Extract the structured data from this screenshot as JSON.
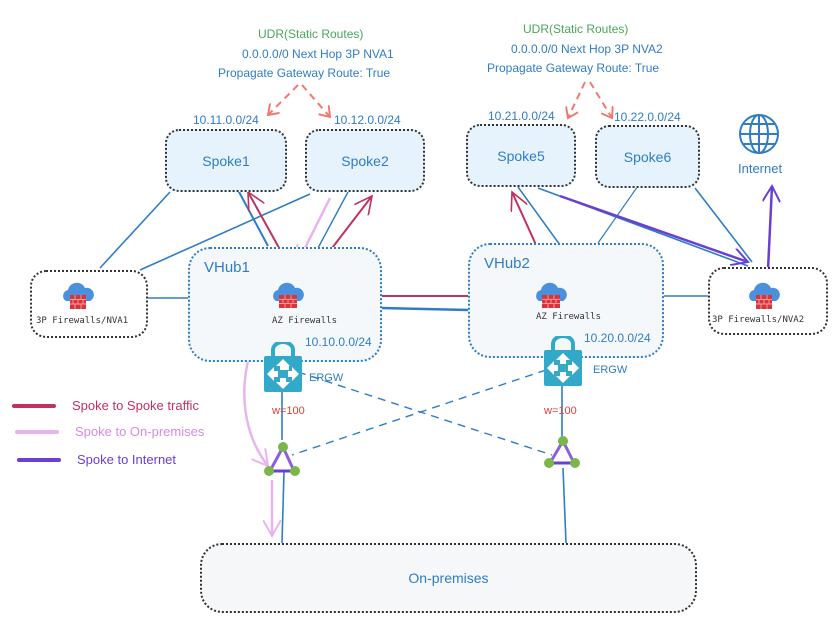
{
  "udr_left": {
    "title": "UDR(Static Routes)",
    "route": "0.0.0.0/0 Next Hop 3P NVA1",
    "propagate": "Propagate Gateway Route: True"
  },
  "udr_right": {
    "title": "UDR(Static Routes)",
    "route": "0.0.0.0/0 Next Hop 3P NVA2",
    "propagate": "Propagate Gateway Route: True"
  },
  "spokes": [
    {
      "name": "Spoke1",
      "cidr": "10.11.0.0/24"
    },
    {
      "name": "Spoke2",
      "cidr": "10.12.0.0/24"
    },
    {
      "name": "Spoke5",
      "cidr": "10.21.0.0/24"
    },
    {
      "name": "Spoke6",
      "cidr": "10.22.0.0/24"
    }
  ],
  "hubs": [
    {
      "name": "VHub1",
      "cidr": "10.10.0.0/24",
      "firewall": "AZ Firewalls",
      "gateway": "ERGW",
      "weight": "w=100"
    },
    {
      "name": "VHub2",
      "cidr": "10.20.0.0/24",
      "firewall": "AZ Firewalls",
      "gateway": "ERGW",
      "weight": "w=100"
    }
  ],
  "nvas": [
    {
      "name": "3P Firewalls/NVA1"
    },
    {
      "name": "3P Firewalls/NVA2"
    }
  ],
  "internet": {
    "label": "Internet",
    "icon": "globe-icon"
  },
  "onprem": {
    "label": "On-premises"
  },
  "legend": [
    {
      "label": "Spoke to Spoke traffic",
      "color": "#c0325e"
    },
    {
      "label": "Spoke to On-premises",
      "color": "#e8b4f0"
    },
    {
      "label": "Spoke to Internet",
      "color": "#6a3fd4"
    }
  ],
  "colors": {
    "link_blue": "#2f7dc6",
    "udr_arrow": "#f07a72",
    "spoke_to_spoke": "#c0325e",
    "spoke_to_onprem": "#e8b4f0",
    "spoke_to_internet": "#6a3fd4",
    "firewall_red": "#d9333b",
    "cloud_blue": "#4a90dc",
    "ergw_teal": "#33a9c9",
    "er_node_green": "#7ab648",
    "er_triangle": "#8a5fe0"
  }
}
